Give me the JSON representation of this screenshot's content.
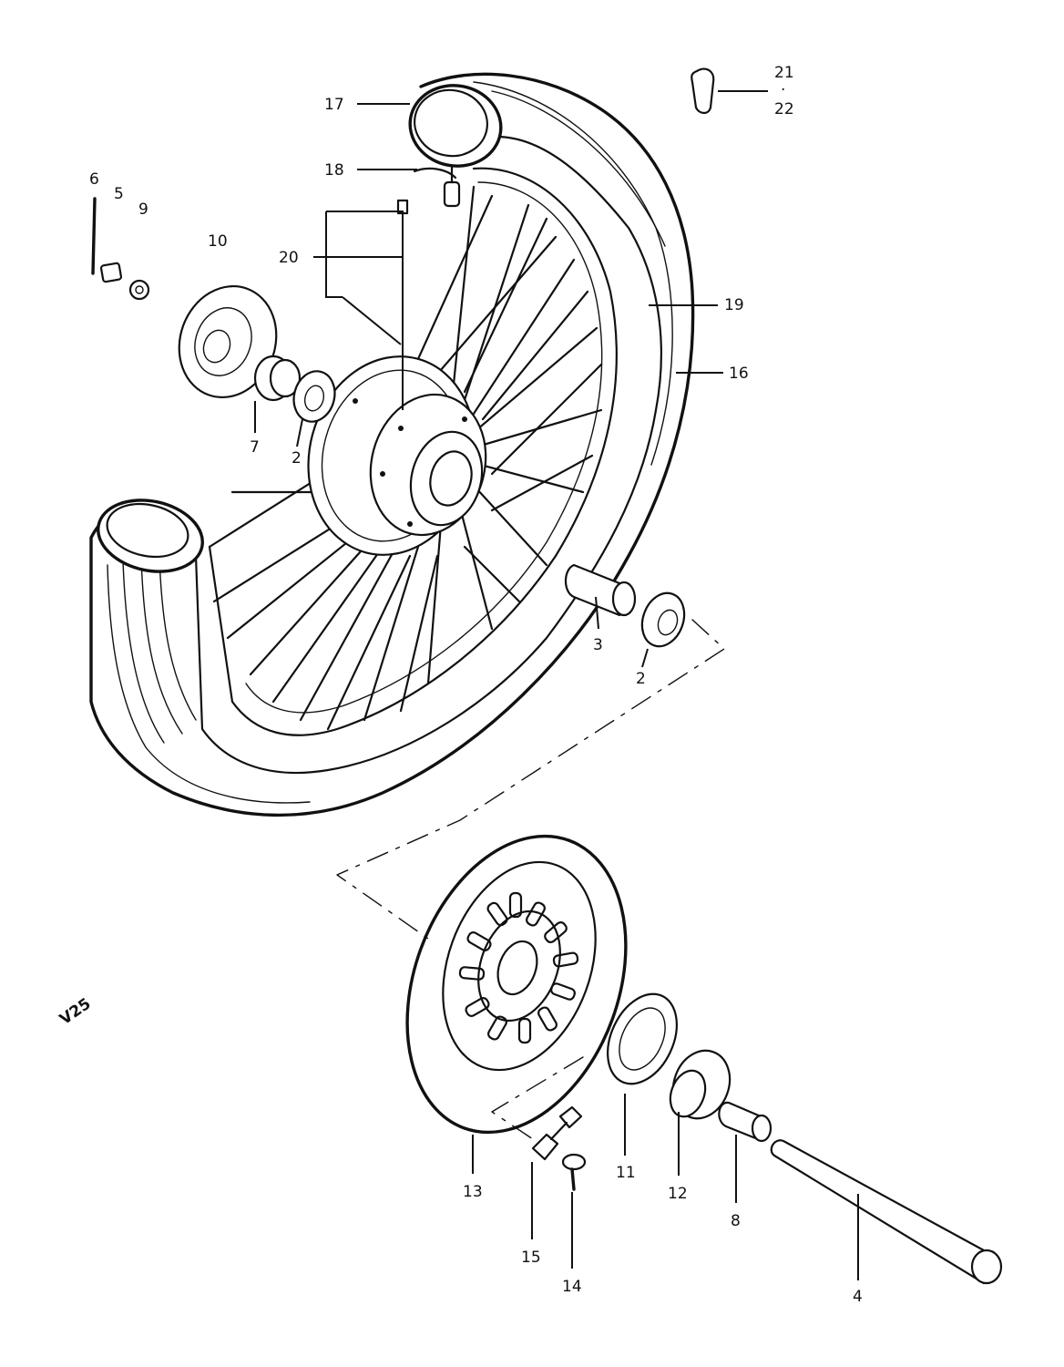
{
  "labels": [
    {
      "id": "17",
      "text": "17"
    },
    {
      "id": "18",
      "text": "18"
    },
    {
      "id": "20",
      "text": "20"
    },
    {
      "id": "21",
      "text": "21"
    },
    {
      "id": "21-22-sep",
      "text": "·"
    },
    {
      "id": "22",
      "text": "22"
    },
    {
      "id": "6",
      "text": "6"
    },
    {
      "id": "5",
      "text": "5"
    },
    {
      "id": "9",
      "text": "9"
    },
    {
      "id": "10",
      "text": "10"
    },
    {
      "id": "19",
      "text": "19"
    },
    {
      "id": "16",
      "text": "16"
    },
    {
      "id": "7",
      "text": "7"
    },
    {
      "id": "2a",
      "text": "2"
    },
    {
      "id": "3",
      "text": "3"
    },
    {
      "id": "2b",
      "text": "2"
    },
    {
      "id": "13",
      "text": "13"
    },
    {
      "id": "15",
      "text": "15"
    },
    {
      "id": "14",
      "text": "14"
    },
    {
      "id": "11",
      "text": "11"
    },
    {
      "id": "12",
      "text": "12"
    },
    {
      "id": "8",
      "text": "8"
    },
    {
      "id": "4",
      "text": "4"
    }
  ],
  "stamp_text": "V25"
}
